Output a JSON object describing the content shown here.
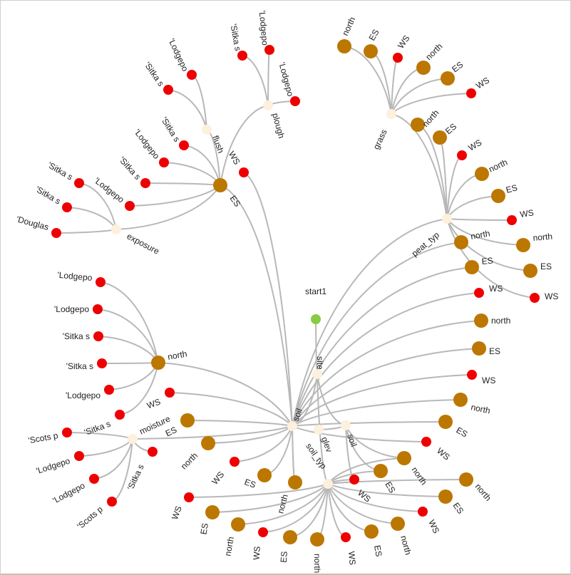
{
  "colors": {
    "start": "#88cc44",
    "decision": "#fdf0dc",
    "brown": "#bb7700",
    "red": "#ee0000",
    "link": "#b8b8b8"
  },
  "tree": {
    "label": "start1",
    "type": "start",
    "children": [
      {
        "label": "site",
        "type": "decision",
        "children": [
          {
            "label": "soil",
            "type": "decision",
            "children": [
              {
                "label": "ES",
                "type": "brown",
                "children": [
                  {
                    "label": "exposure",
                    "type": "decision",
                    "children": [
                      {
                        "label": "'Douglas",
                        "type": "red"
                      },
                      {
                        "label": "'Sitka s",
                        "type": "red"
                      },
                      {
                        "label": "'Sitka s",
                        "type": "red"
                      }
                    ]
                  },
                  {
                    "label": "'Lodgepo",
                    "type": "red"
                  },
                  {
                    "label": "'Sitka s",
                    "type": "red"
                  },
                  {
                    "label": "'Lodgepo",
                    "type": "red"
                  },
                  {
                    "label": "'Sitka s",
                    "type": "red"
                  },
                  {
                    "label": "flush",
                    "type": "decision",
                    "children": [
                      {
                        "label": "'Sitka s",
                        "type": "red"
                      },
                      {
                        "label": "'Lodgepo",
                        "type": "red"
                      }
                    ]
                  },
                  {
                    "label": "plough",
                    "type": "decision",
                    "children": [
                      {
                        "label": "'Sitka s",
                        "type": "red"
                      },
                      {
                        "label": "'Lodgepo",
                        "type": "red"
                      },
                      {
                        "label": "'Lodgepo",
                        "type": "red"
                      }
                    ]
                  }
                ]
              },
              {
                "label": "WS",
                "type": "red"
              },
              {
                "label": "north",
                "type": "brown",
                "children": [
                  {
                    "label": "'Lodgepo",
                    "type": "red"
                  },
                  {
                    "label": "'Lodgepo",
                    "type": "red"
                  },
                  {
                    "label": "'Sitka s",
                    "type": "red"
                  },
                  {
                    "label": "'Sitka s",
                    "type": "red"
                  },
                  {
                    "label": "'Lodgepo",
                    "type": "red"
                  },
                  {
                    "label": "'Sitka s",
                    "type": "red"
                  }
                ]
              },
              {
                "label": "WS",
                "type": "red"
              },
              {
                "label": "moisture",
                "type": "decision",
                "children": [
                  {
                    "label": "'Scots p",
                    "type": "red"
                  },
                  {
                    "label": "'Lodgepo",
                    "type": "red"
                  },
                  {
                    "label": "'Lodgepo",
                    "type": "red"
                  },
                  {
                    "label": "'Scots p",
                    "type": "red"
                  },
                  {
                    "label": "'Sitka s",
                    "type": "red"
                  }
                ]
              },
              {
                "label": "ES",
                "type": "brown"
              },
              {
                "label": "north",
                "type": "brown"
              },
              {
                "label": "WS",
                "type": "red"
              },
              {
                "label": "ES",
                "type": "brown"
              },
              {
                "label": "north",
                "type": "brown"
              },
              {
                "label": "peat_typ",
                "type": "decision",
                "children": [
                  {
                    "label": "grass",
                    "type": "decision",
                    "children": [
                      {
                        "label": "north",
                        "type": "brown"
                      },
                      {
                        "label": "ES",
                        "type": "brown"
                      },
                      {
                        "label": "WS",
                        "type": "red"
                      },
                      {
                        "label": "north",
                        "type": "brown"
                      },
                      {
                        "label": "ES",
                        "type": "brown"
                      },
                      {
                        "label": "WS",
                        "type": "red"
                      }
                    ]
                  },
                  {
                    "label": "north",
                    "type": "brown"
                  },
                  {
                    "label": "ES",
                    "type": "brown"
                  },
                  {
                    "label": "WS",
                    "type": "red"
                  },
                  {
                    "label": "north",
                    "type": "brown"
                  },
                  {
                    "label": "ES",
                    "type": "brown"
                  },
                  {
                    "label": "WS",
                    "type": "red"
                  },
                  {
                    "label": "north",
                    "type": "brown"
                  },
                  {
                    "label": "ES",
                    "type": "brown"
                  },
                  {
                    "label": "WS",
                    "type": "red"
                  }
                ]
              },
              {
                "label": "north",
                "type": "brown"
              },
              {
                "label": "ES",
                "type": "brown"
              },
              {
                "label": "WS",
                "type": "red"
              },
              {
                "label": "north",
                "type": "brown"
              },
              {
                "label": "ES",
                "type": "brown"
              },
              {
                "label": "WS",
                "type": "red"
              },
              {
                "label": "north",
                "type": "brown"
              },
              {
                "label": "ES",
                "type": "brown"
              },
              {
                "label": "WS",
                "type": "red"
              }
            ]
          },
          {
            "label": "soil_typ",
            "type": "decision",
            "children": [
              {
                "label": "WS",
                "type": "red"
              },
              {
                "label": "ES",
                "type": "brown"
              },
              {
                "label": "north",
                "type": "brown"
              },
              {
                "label": "WS",
                "type": "red"
              },
              {
                "label": "ES",
                "type": "brown"
              },
              {
                "label": "north",
                "type": "brown"
              },
              {
                "label": "WS",
                "type": "red"
              },
              {
                "label": "ES",
                "type": "brown"
              },
              {
                "label": "north",
                "type": "brown"
              },
              {
                "label": "WS",
                "type": "red"
              },
              {
                "label": "ES",
                "type": "brown"
              },
              {
                "label": "north",
                "type": "brown"
              },
              {
                "label": "WS",
                "type": "red"
              },
              {
                "label": "ES",
                "type": "brown"
              },
              {
                "label": "north",
                "type": "brown"
              }
            ]
          },
          {
            "label": "soil",
            "type": "decision",
            "children": [
              {
                "label": "glev",
                "type": "decision"
              },
              {
                "label": "WS",
                "type": "red"
              },
              {
                "label": "ES",
                "type": "brown"
              },
              {
                "label": "north",
                "type": "brown"
              }
            ]
          }
        ]
      }
    ]
  }
}
